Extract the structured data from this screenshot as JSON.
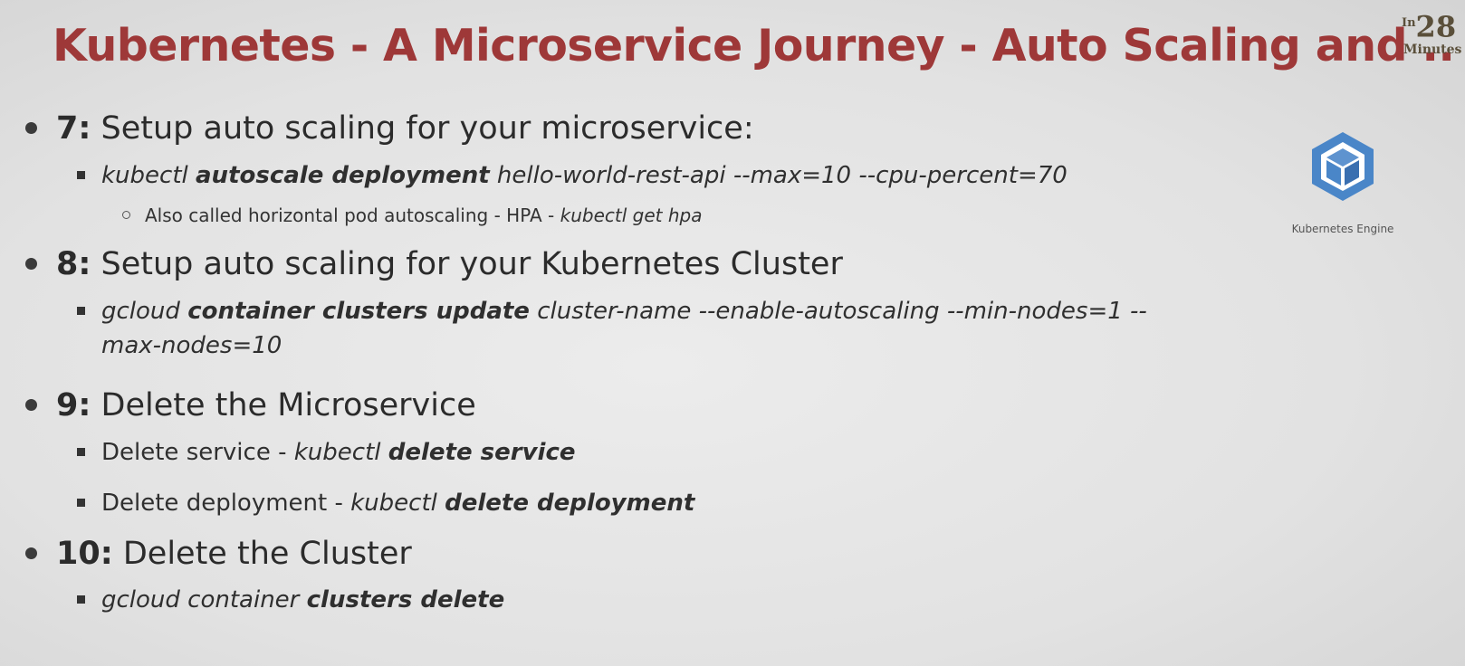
{
  "slide": {
    "title": "Kubernetes - A Microservice Journey - Auto Scaling and ..",
    "badge": {
      "superscript": "In",
      "number": "28",
      "sub": "Minutes"
    },
    "product": {
      "icon": "kubernetes-engine-icon",
      "label": "Kubernetes Engine",
      "accent_color": "#4a86c8"
    },
    "items": [
      {
        "number": "7:",
        "heading": "Setup auto scaling for your microservice:",
        "sub": {
          "cmd1": "kubectl",
          "cmd2": "autoscale deployment",
          "cmd3": "hello-world-rest-api --max=10 --cpu-percent=70",
          "note_text": "Also called horizontal pod autoscaling - HPA - ",
          "note_cmd": "kubectl get hpa"
        }
      },
      {
        "number": "8:",
        "heading": "Setup auto scaling for your Kubernetes Cluster",
        "sub": {
          "cmd1": "gcloud",
          "cmd2": "container clusters update",
          "cmd3": "cluster-name --enable-autoscaling --min-nodes=1 --",
          "cmd4": "max-nodes=10"
        }
      },
      {
        "number": "9:",
        "heading": "Delete the Microservice",
        "subs": [
          {
            "text": "Delete service - ",
            "cmd1": "kubectl",
            "cmd2": "delete service"
          },
          {
            "text": "Delete deployment - ",
            "cmd1": "kubectl",
            "cmd2": "delete deployment"
          }
        ]
      },
      {
        "number": "10:",
        "heading": "Delete the Cluster",
        "sub": {
          "cmd1": "gcloud container",
          "cmd2": "clusters delete"
        }
      }
    ]
  }
}
